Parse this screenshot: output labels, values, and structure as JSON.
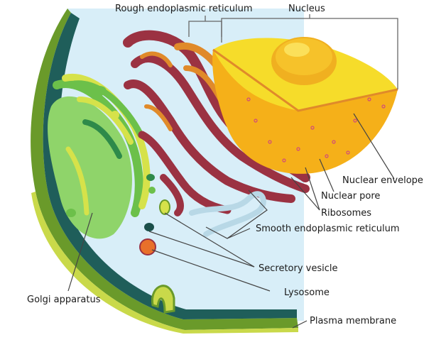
{
  "labels": {
    "rough_er": "Rough endoplasmic reticulum",
    "nucleus": "Nucleus",
    "nuclear_envelope": "Nuclear envelope",
    "nuclear_pore": "Nuclear pore",
    "ribosomes": "Ribosomes",
    "smooth_er": "Smooth endoplasmic reticulum",
    "secretory_vesicle": "Secretory vesicle",
    "lysosome": "Lysosome",
    "golgi": "Golgi apparatus",
    "plasma_membrane": "Plasma membrane"
  },
  "colors": {
    "cytoplasm": "#d8eef8",
    "membrane_dark": "#1f5e5a",
    "membrane_outer": "#6a9a2a",
    "membrane_light": "#c9d94a",
    "golgi_green": "#6cc04a",
    "golgi_yellow": "#d6e24a",
    "rough_er": "#9b3242",
    "rough_er_orange": "#e08a2a",
    "nucleus_yellow": "#f6dc2a",
    "nucleus_orange": "#f5b019",
    "nucleolus": "#f0b020",
    "lysosome": "#e8702a",
    "vesicle_dark": "#1b4f4a"
  }
}
